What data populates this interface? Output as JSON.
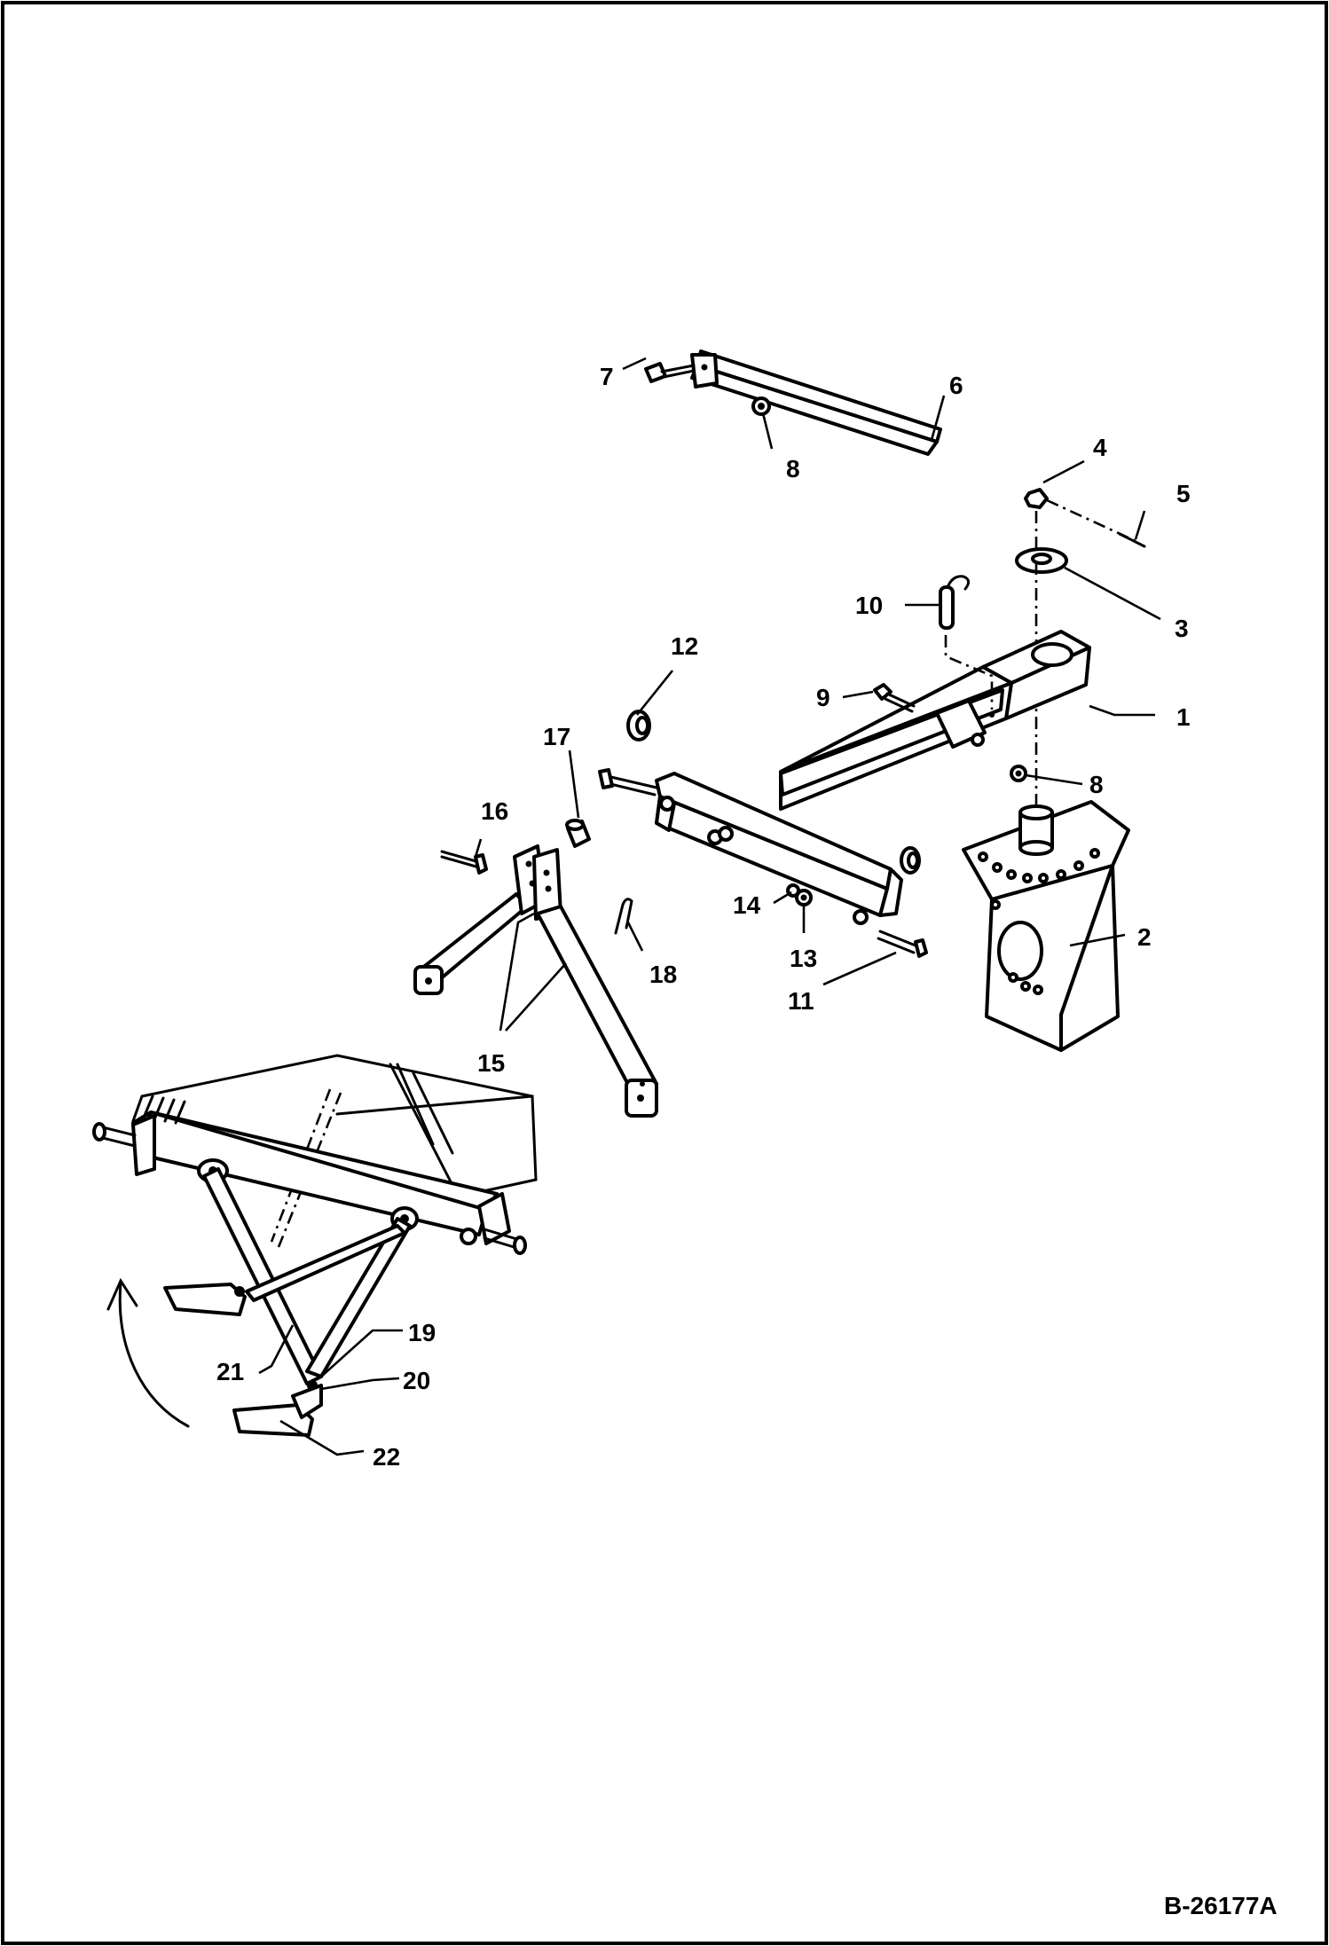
{
  "drawing_number": "B-26177A",
  "callouts": {
    "c1": "1",
    "c2": "2",
    "c3": "3",
    "c4": "4",
    "c5": "5",
    "c6": "6",
    "c7": "7",
    "c8a": "8",
    "c8b": "8",
    "c9": "9",
    "c10": "10",
    "c11": "11",
    "c12": "12",
    "c13": "13",
    "c14": "14",
    "c15": "15",
    "c16": "16",
    "c17": "17",
    "c18": "18",
    "c19": "19",
    "c20": "20",
    "c21": "21",
    "c22": "22"
  }
}
